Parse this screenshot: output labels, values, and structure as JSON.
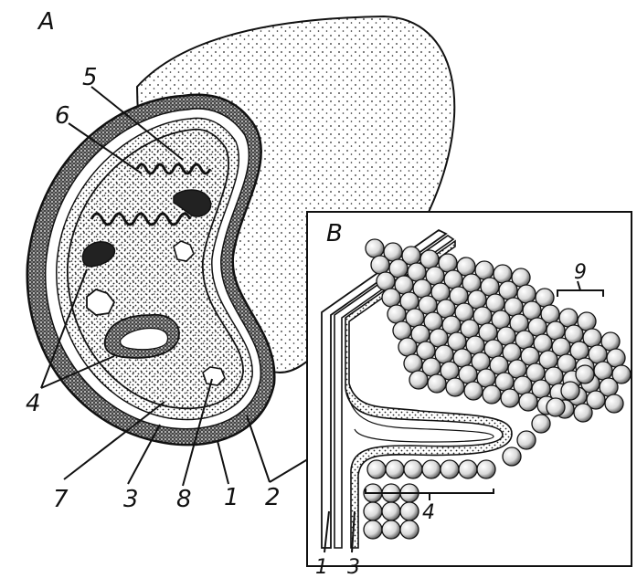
{
  "figure": {
    "panel_a_label": "A",
    "panel_b_label": "B",
    "colors": {
      "ink": "#111111",
      "paper": "#ffffff",
      "stipple": "#222222"
    }
  },
  "labels": {
    "a": {
      "l1": "1",
      "l2": "2",
      "l3": "3",
      "l4": "4",
      "l5": "5",
      "l6": "6",
      "l7": "7",
      "l8": "8"
    },
    "b": {
      "l1": "1",
      "l3": "3",
      "l4": "4",
      "l9": "9"
    }
  }
}
